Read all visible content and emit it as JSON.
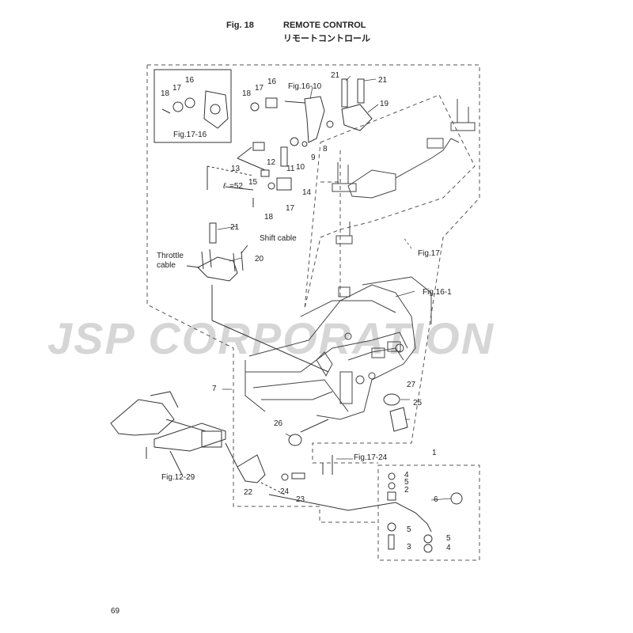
{
  "header": {
    "fig_label": "Fig. 18",
    "title": "REMOTE CONTROL",
    "subtitle_jp": "リモートコントロール"
  },
  "watermark": "JSP CORPORATION",
  "page_number": "69",
  "parts": [
    {
      "no": "1"
    },
    {
      "no": "2"
    },
    {
      "no": "3"
    },
    {
      "no": "4"
    },
    {
      "no": "5"
    },
    {
      "no": "6"
    },
    {
      "no": "7"
    },
    {
      "no": "8"
    },
    {
      "no": "9"
    },
    {
      "no": "10"
    },
    {
      "no": "11"
    },
    {
      "no": "12"
    },
    {
      "no": "13"
    },
    {
      "no": "14"
    },
    {
      "no": "15"
    },
    {
      "no": "16"
    },
    {
      "no": "17"
    },
    {
      "no": "18"
    },
    {
      "no": "19"
    },
    {
      "no": "20"
    },
    {
      "no": "21"
    },
    {
      "no": "22"
    },
    {
      "no": "23"
    },
    {
      "no": "24"
    },
    {
      "no": "25"
    },
    {
      "no": "26"
    },
    {
      "no": "27"
    }
  ],
  "references": {
    "fig_17_16": "Fig.17-16",
    "fig_16_10": "Fig.16-10",
    "fig_17": "Fig.17",
    "fig_16_1": "Fig.16-1",
    "fig_17_24": "Fig.17-24",
    "fig_12_29": "Fig.12-29"
  },
  "annotations": {
    "length_symbol": "ℓ",
    "length_value": "=52",
    "throttle_cable_line1": "Throttle",
    "throttle_cable_line2": "cable",
    "shift_cable": "Shift cable"
  }
}
